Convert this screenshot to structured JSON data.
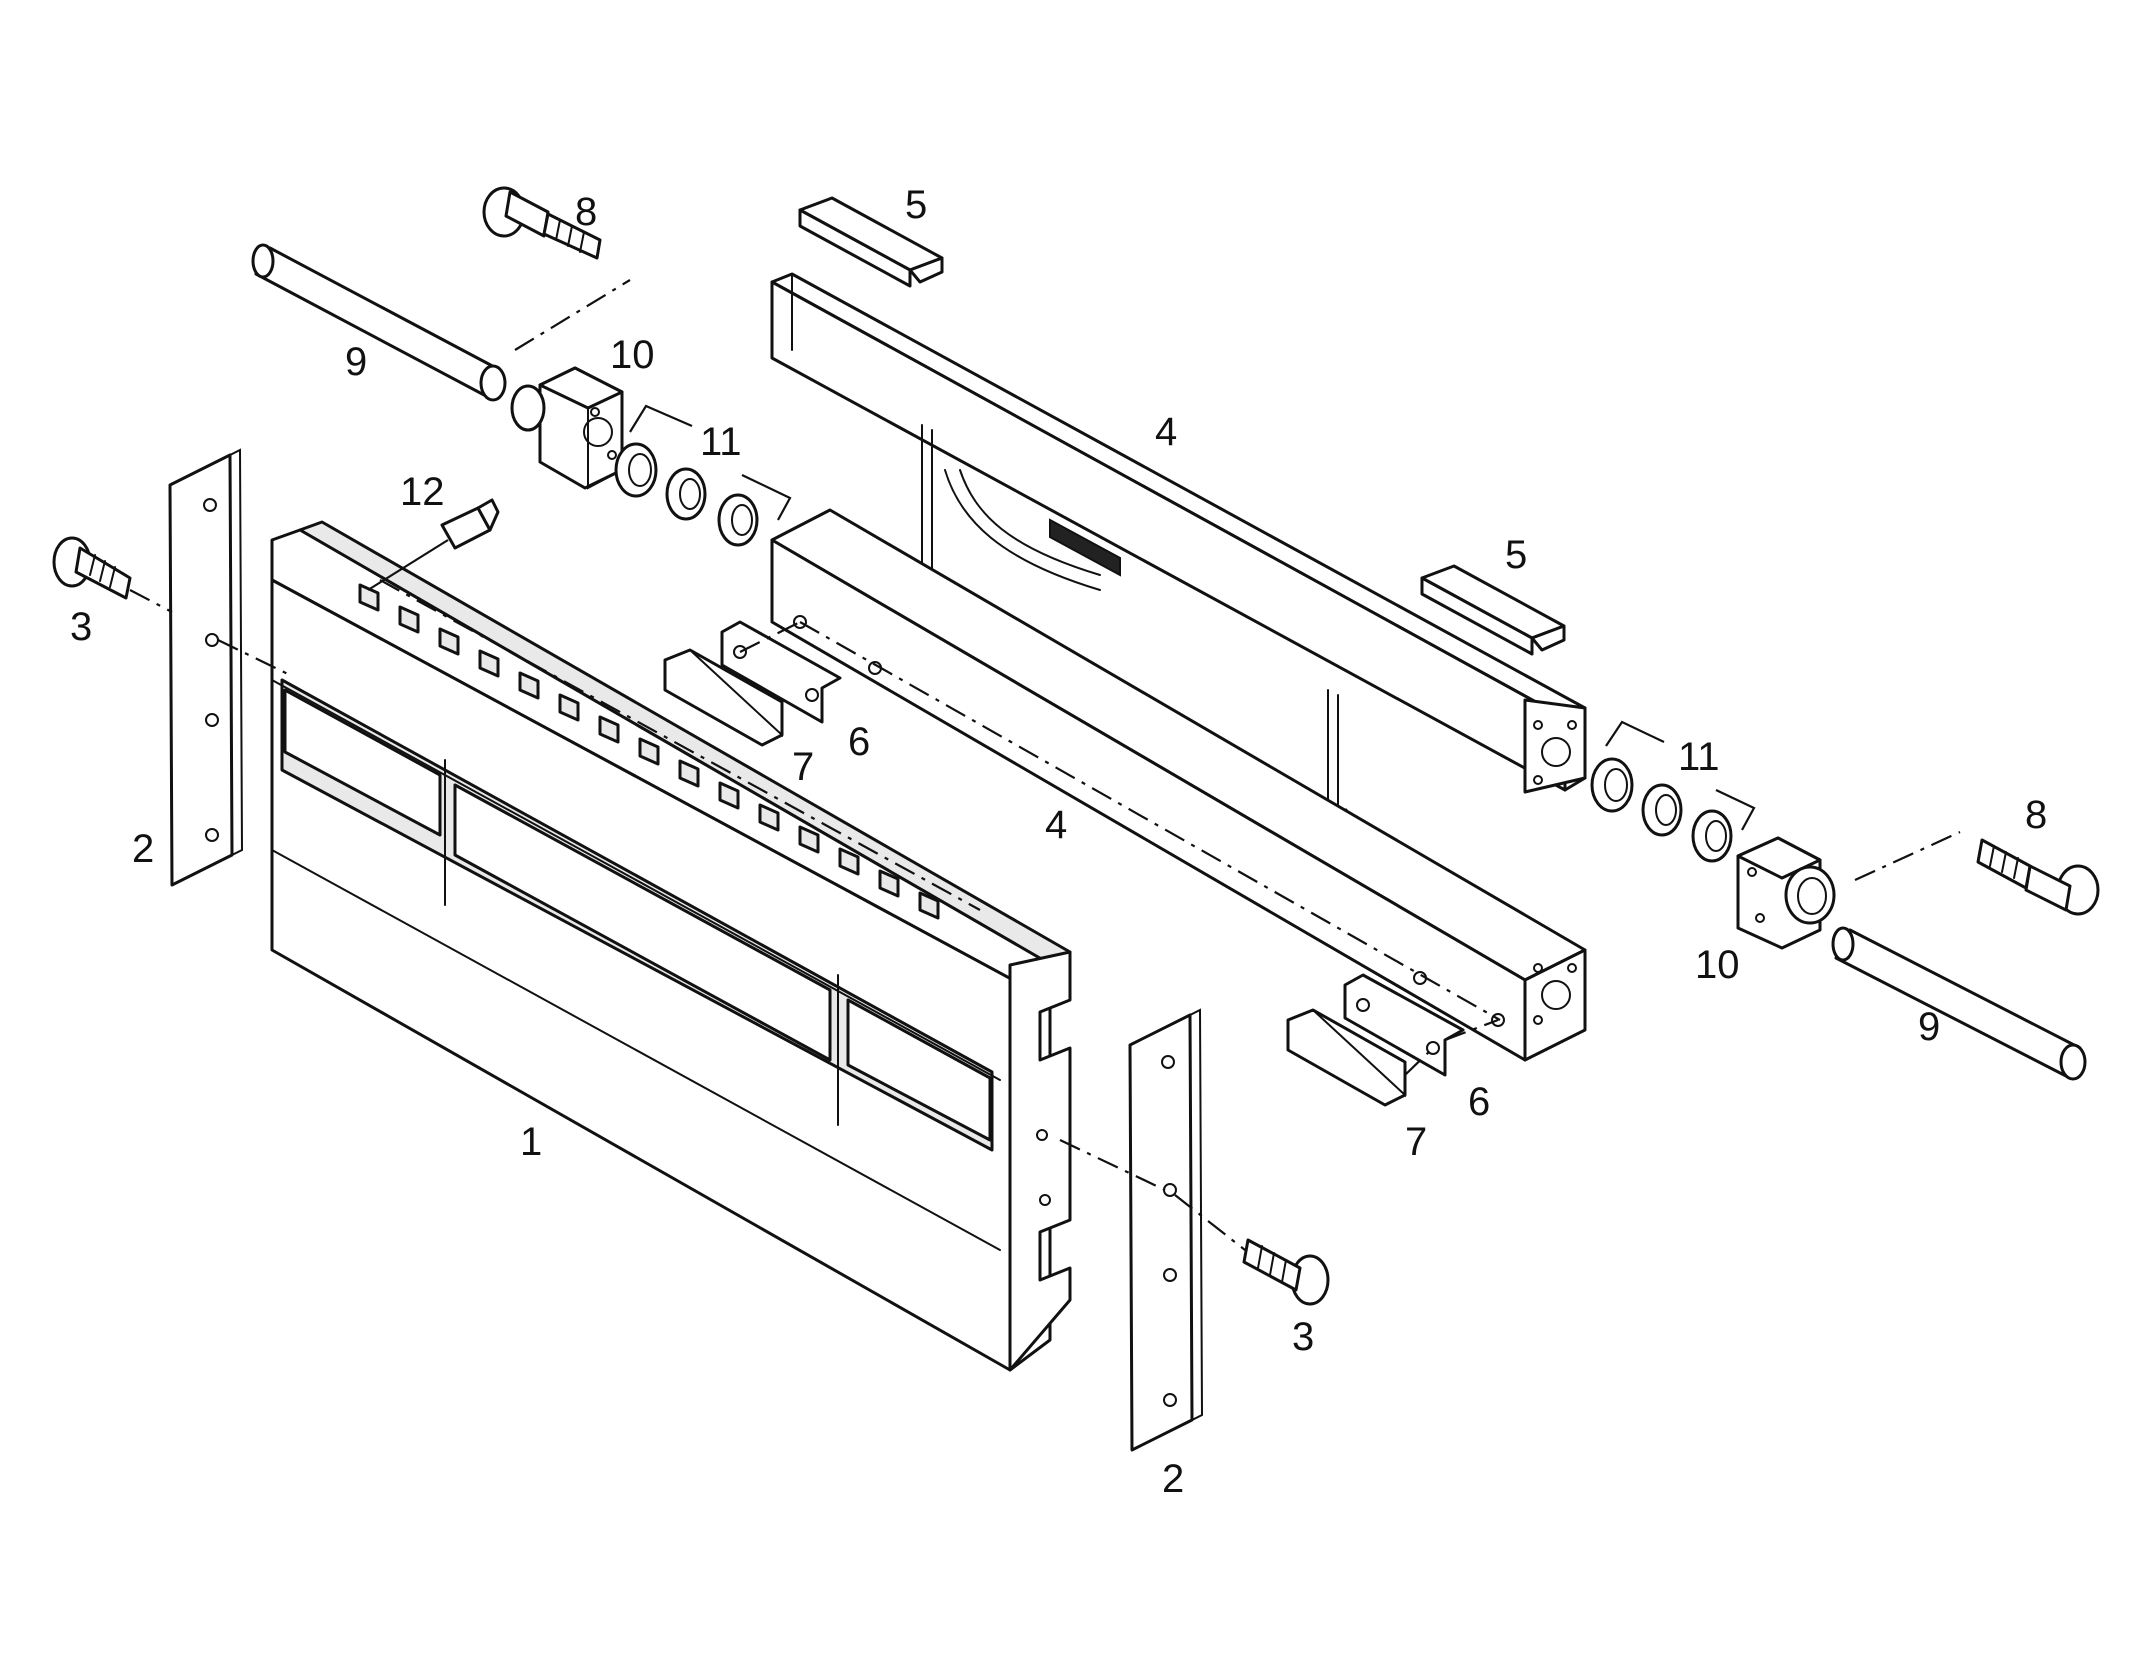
{
  "callouts": {
    "c1": "1",
    "c2_left": "2",
    "c2_right": "2",
    "c3_left": "3",
    "c3_right": "3",
    "c4_upper": "4",
    "c4_lower": "4",
    "c5_left": "5",
    "c5_right": "5",
    "c6_left": "6",
    "c6_right": "6",
    "c7_left": "7",
    "c7_right": "7",
    "c8_left": "8",
    "c8_right": "8",
    "c9_left": "9",
    "c9_right": "9",
    "c10_left": "10",
    "c10_right": "10",
    "c11_left": "11",
    "c11_right": "11",
    "c12": "12"
  },
  "colors": {
    "ink": "#111111",
    "paper": "#ffffff",
    "shade": "#e9e9e9"
  }
}
